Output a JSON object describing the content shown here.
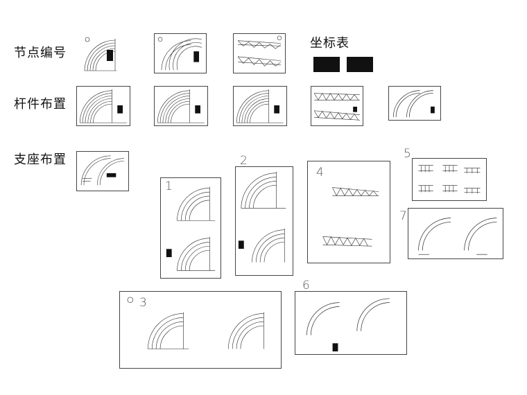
{
  "rows": {
    "node_numbering": "节点编号",
    "member_layout": "杆件布置",
    "support_layout": "支座布置"
  },
  "coordinate_table_title": "坐标表",
  "sheet_numbers": {
    "s1": "1",
    "s2": "2",
    "s3": "3",
    "s4": "4",
    "s5": "5",
    "s6": "6",
    "s7": "7"
  },
  "colors": {
    "line": "#222222",
    "border": "#444444",
    "number": "#555555"
  }
}
